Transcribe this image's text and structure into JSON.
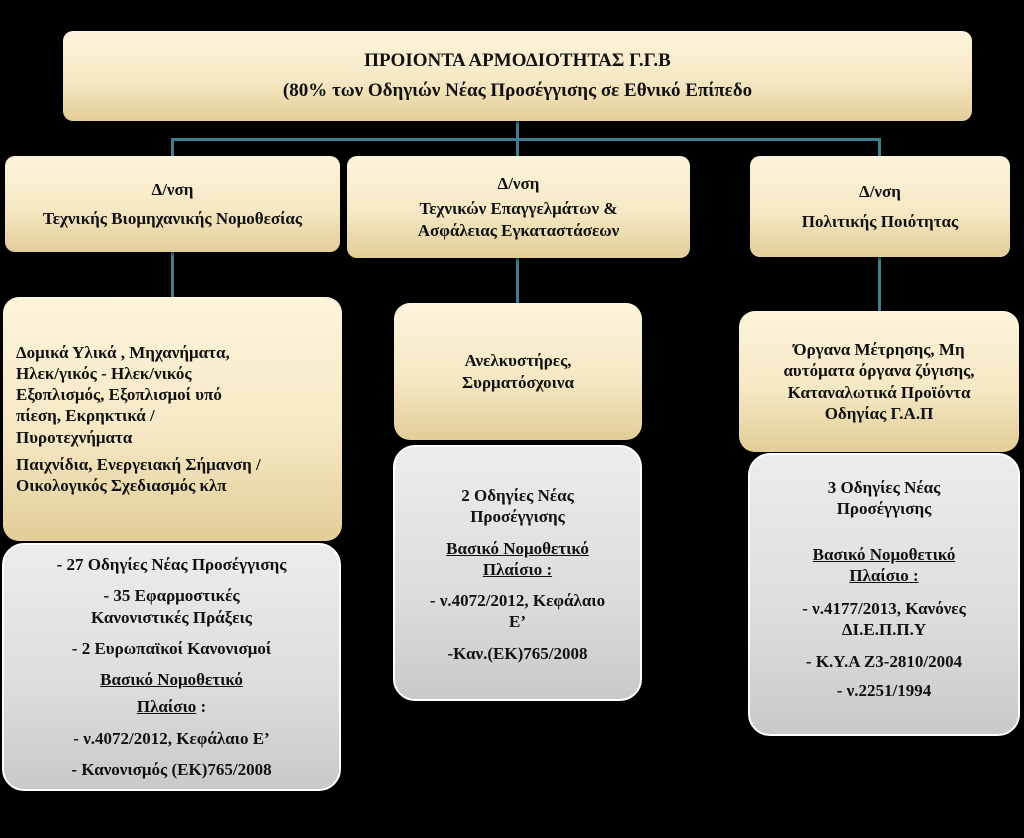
{
  "root": {
    "line1": "ΠΡΟΙΟΝΤΑ ΑΡΜΟΔΙΟΤΗΤΑΣ Γ.Γ.Β",
    "line2": "(80% των Οδηγιών Νέας Προσέγγισης σε Εθνικό Επίπεδο"
  },
  "divisions": [
    {
      "title": "Δ/νση",
      "name": [
        "Τεχνικής Βιομηχανικής Νομοθεσίας"
      ],
      "products": [
        "Δομικά Υλικά ,  Μηχανήματα,",
        "Ηλεκ/γικός - Ηλεκ/νικός",
        "Εξοπλισμός,  Εξοπλισμοί  υπό",
        "πίεση,  Εκρηκτικά /",
        "Πυροτεχνήματα",
        "Παιχνίδια, Ενεργειακή Σήμανση /",
        "Οικολογικός Σχεδιασμός  κλπ"
      ],
      "directives": [
        "- 27  Οδηγίες Νέας Προσέγγισης",
        "- 35 Εφαρμοστικές",
        "Κανονιστικές Πράξεις",
        "- 2 Ευρωπαϊκοί Κανονισμοί"
      ],
      "framework_label": [
        "Βασικό Νομοθετικό",
        "Πλαίσιο"
      ],
      "framework_colon": " :",
      "framework_items": [
        "- ν.4072/2012, Κεφάλαιο Ε’",
        "- Κανονισμός (ΕΚ)765/2008"
      ]
    },
    {
      "title": "Δ/νση",
      "name": [
        "Τεχνικών Επαγγελμάτων &",
        "Ασφάλειας Εγκαταστάσεων"
      ],
      "products": [
        "Ανελκυστήρες,",
        "Συρματόσχοινα"
      ],
      "directives": [
        "2 Οδηγίες Νέας",
        "Προσέγγισης"
      ],
      "framework_label": [
        "Βασικό Νομοθετικό",
        "Πλαίσιο :"
      ],
      "framework_items": [
        "- ν.4072/2012, Κεφάλαιο",
        "Ε’",
        "-Καν.(ΕΚ)765/2008"
      ]
    },
    {
      "title": "Δ/νση",
      "name": [
        "Πολιτικής Ποιότητας"
      ],
      "products": [
        "Όργανα Μέτρησης,  Μη",
        "αυτόματα όργανα ζύγισης,",
        "Καταναλωτικά Προϊόντα",
        "Οδηγίας Γ.Α.Π"
      ],
      "directives": [
        "3 Οδηγίες  Νέας",
        "Προσέγγισης"
      ],
      "framework_label": [
        "Βασικό Νομοθετικό",
        "Πλαίσιο :"
      ],
      "framework_items": [
        "- ν.4177/2013, Κανόνες",
        "ΔΙ.Ε.Π.Π.Υ",
        "- Κ.Υ.Α Ζ3-2810/2004",
        "- ν.2251/1994"
      ]
    }
  ],
  "colors": {
    "background": "#000000",
    "connector": "#3f7f8f",
    "tan_box": "#f5e8c4",
    "gray_box": "#dcdcdc"
  }
}
